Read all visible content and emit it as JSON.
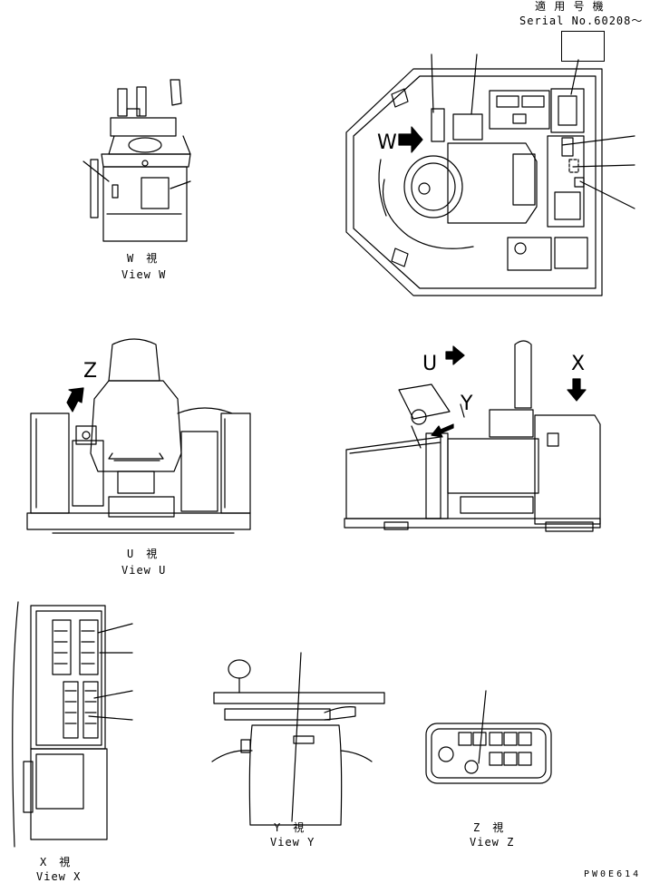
{
  "serial_header": {
    "applicable": "適 用 号 機",
    "serial": "Serial No.60208～"
  },
  "view_w": {
    "jp": "W　視",
    "en": "View W",
    "arrow_letter": "W"
  },
  "view_u": {
    "jp": "U　視",
    "en": "View U",
    "arrow_letter": "U"
  },
  "view_x": {
    "jp": "X　視",
    "en": "View X",
    "arrow_letter": "X"
  },
  "view_y": {
    "jp": "Y　視",
    "en": "View Y",
    "arrow_letter": "Y"
  },
  "view_z": {
    "jp": "Z　視",
    "en": "View Z",
    "arrow_letter": "Z"
  },
  "drawing_code": "PW0E614"
}
